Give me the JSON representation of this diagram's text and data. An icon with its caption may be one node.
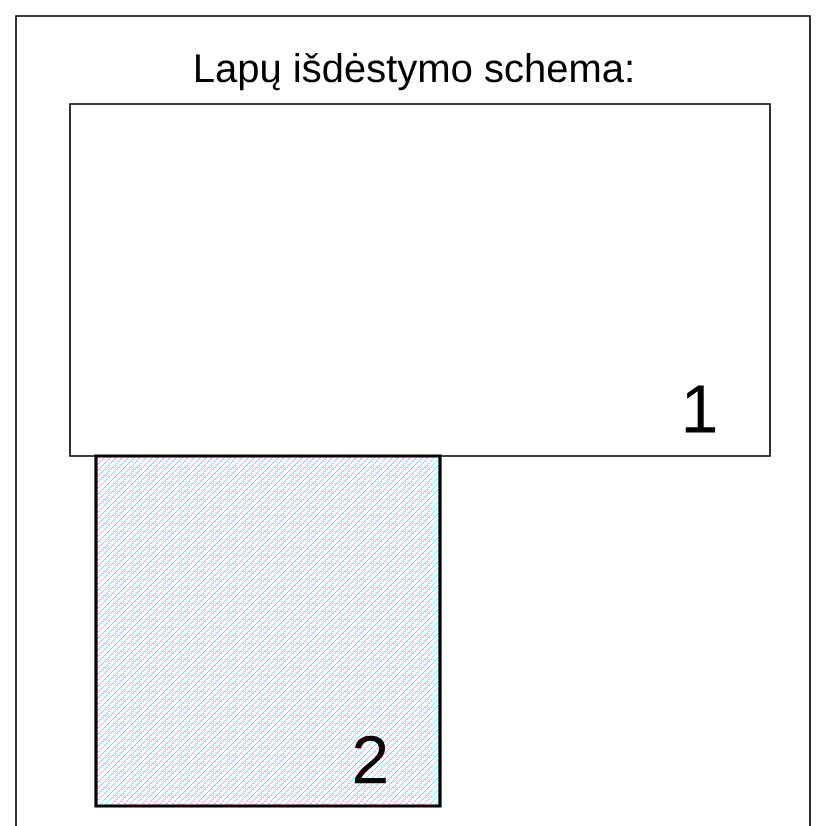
{
  "diagram": {
    "title": "Lapų išdėstymo schema:",
    "nodes": [
      {
        "text": [
          "1"
        ]
      },
      {
        "text": [
          "2"
        ]
      }
    ]
  }
}
